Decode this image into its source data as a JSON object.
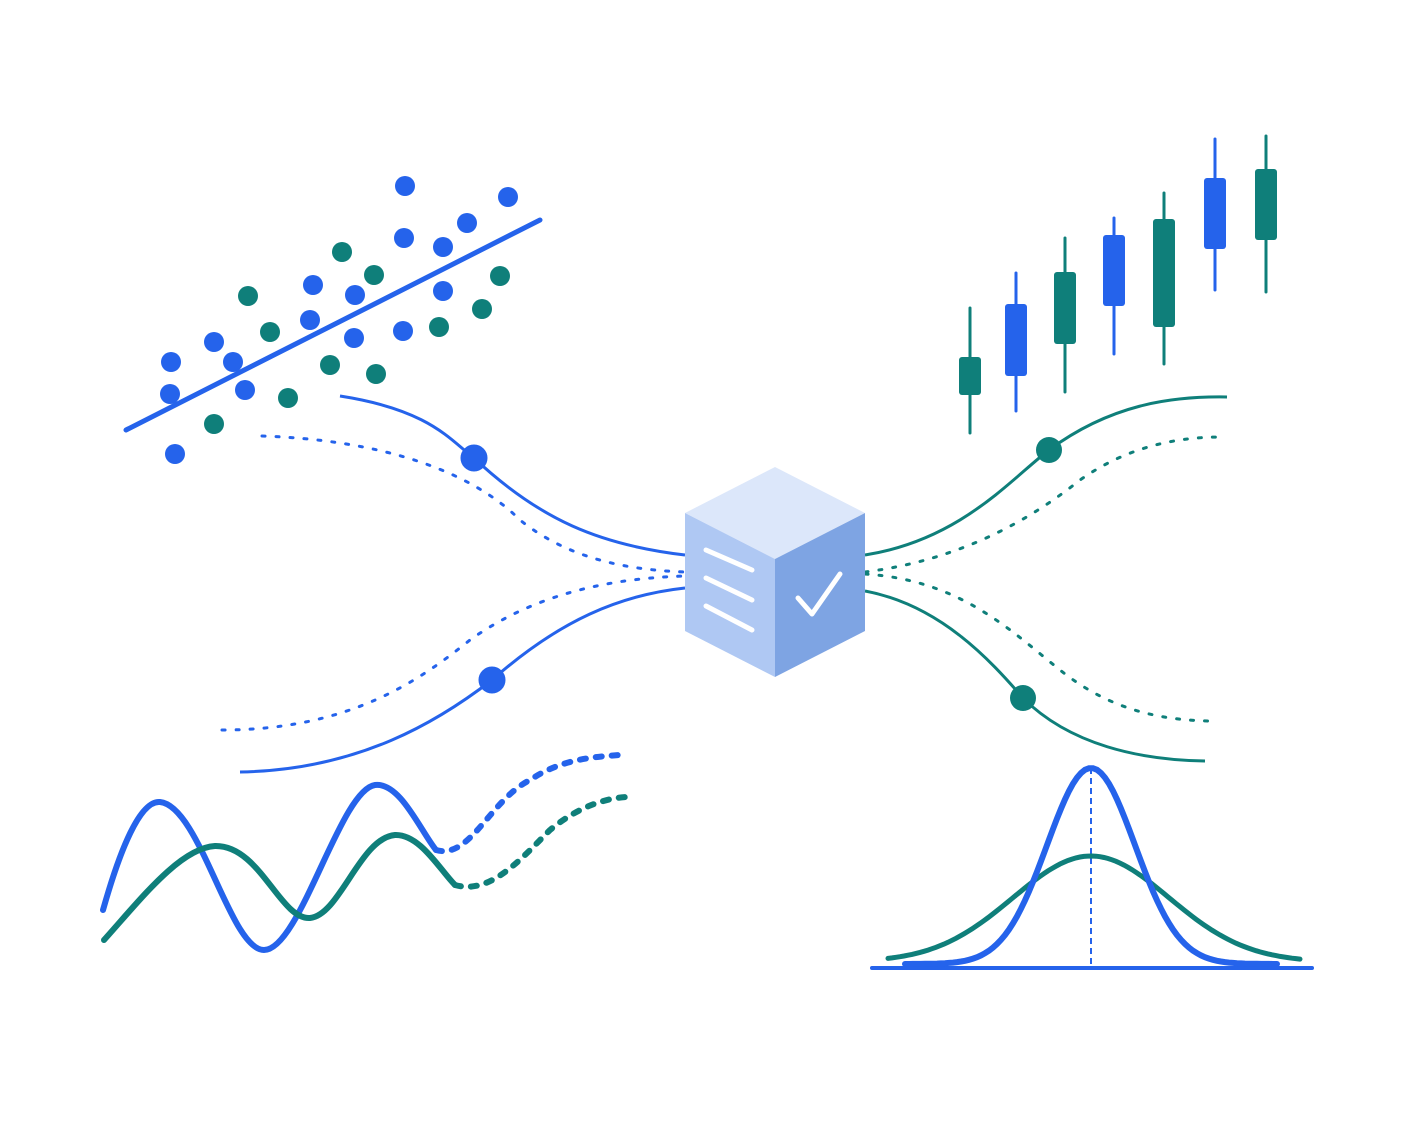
{
  "colors": {
    "blue": "#2563EB",
    "teal": "#0F7F7A",
    "cube_top": "#DCE7FA",
    "cube_front": "#AFC8F3",
    "cube_side": "#7EA4E3",
    "cube_glyph": "#FFFFFF",
    "background": "#FFFFFF"
  },
  "icons": {
    "cube": "central-cube-icon",
    "lines": "lines-icon",
    "check": "checkmark-icon"
  },
  "panels": [
    {
      "id": "scatter",
      "kind": "scatter-with-trend-line",
      "series_colors": [
        "blue",
        "teal"
      ]
    },
    {
      "id": "candlestick",
      "kind": "candlestick-rising",
      "series_colors": [
        "teal",
        "blue"
      ]
    },
    {
      "id": "waves",
      "kind": "two-oscillating-waves",
      "series_colors": [
        "blue",
        "teal"
      ]
    },
    {
      "id": "distribution",
      "kind": "two-bell-curves-with-mean-line",
      "series_colors": [
        "blue",
        "teal"
      ]
    }
  ]
}
